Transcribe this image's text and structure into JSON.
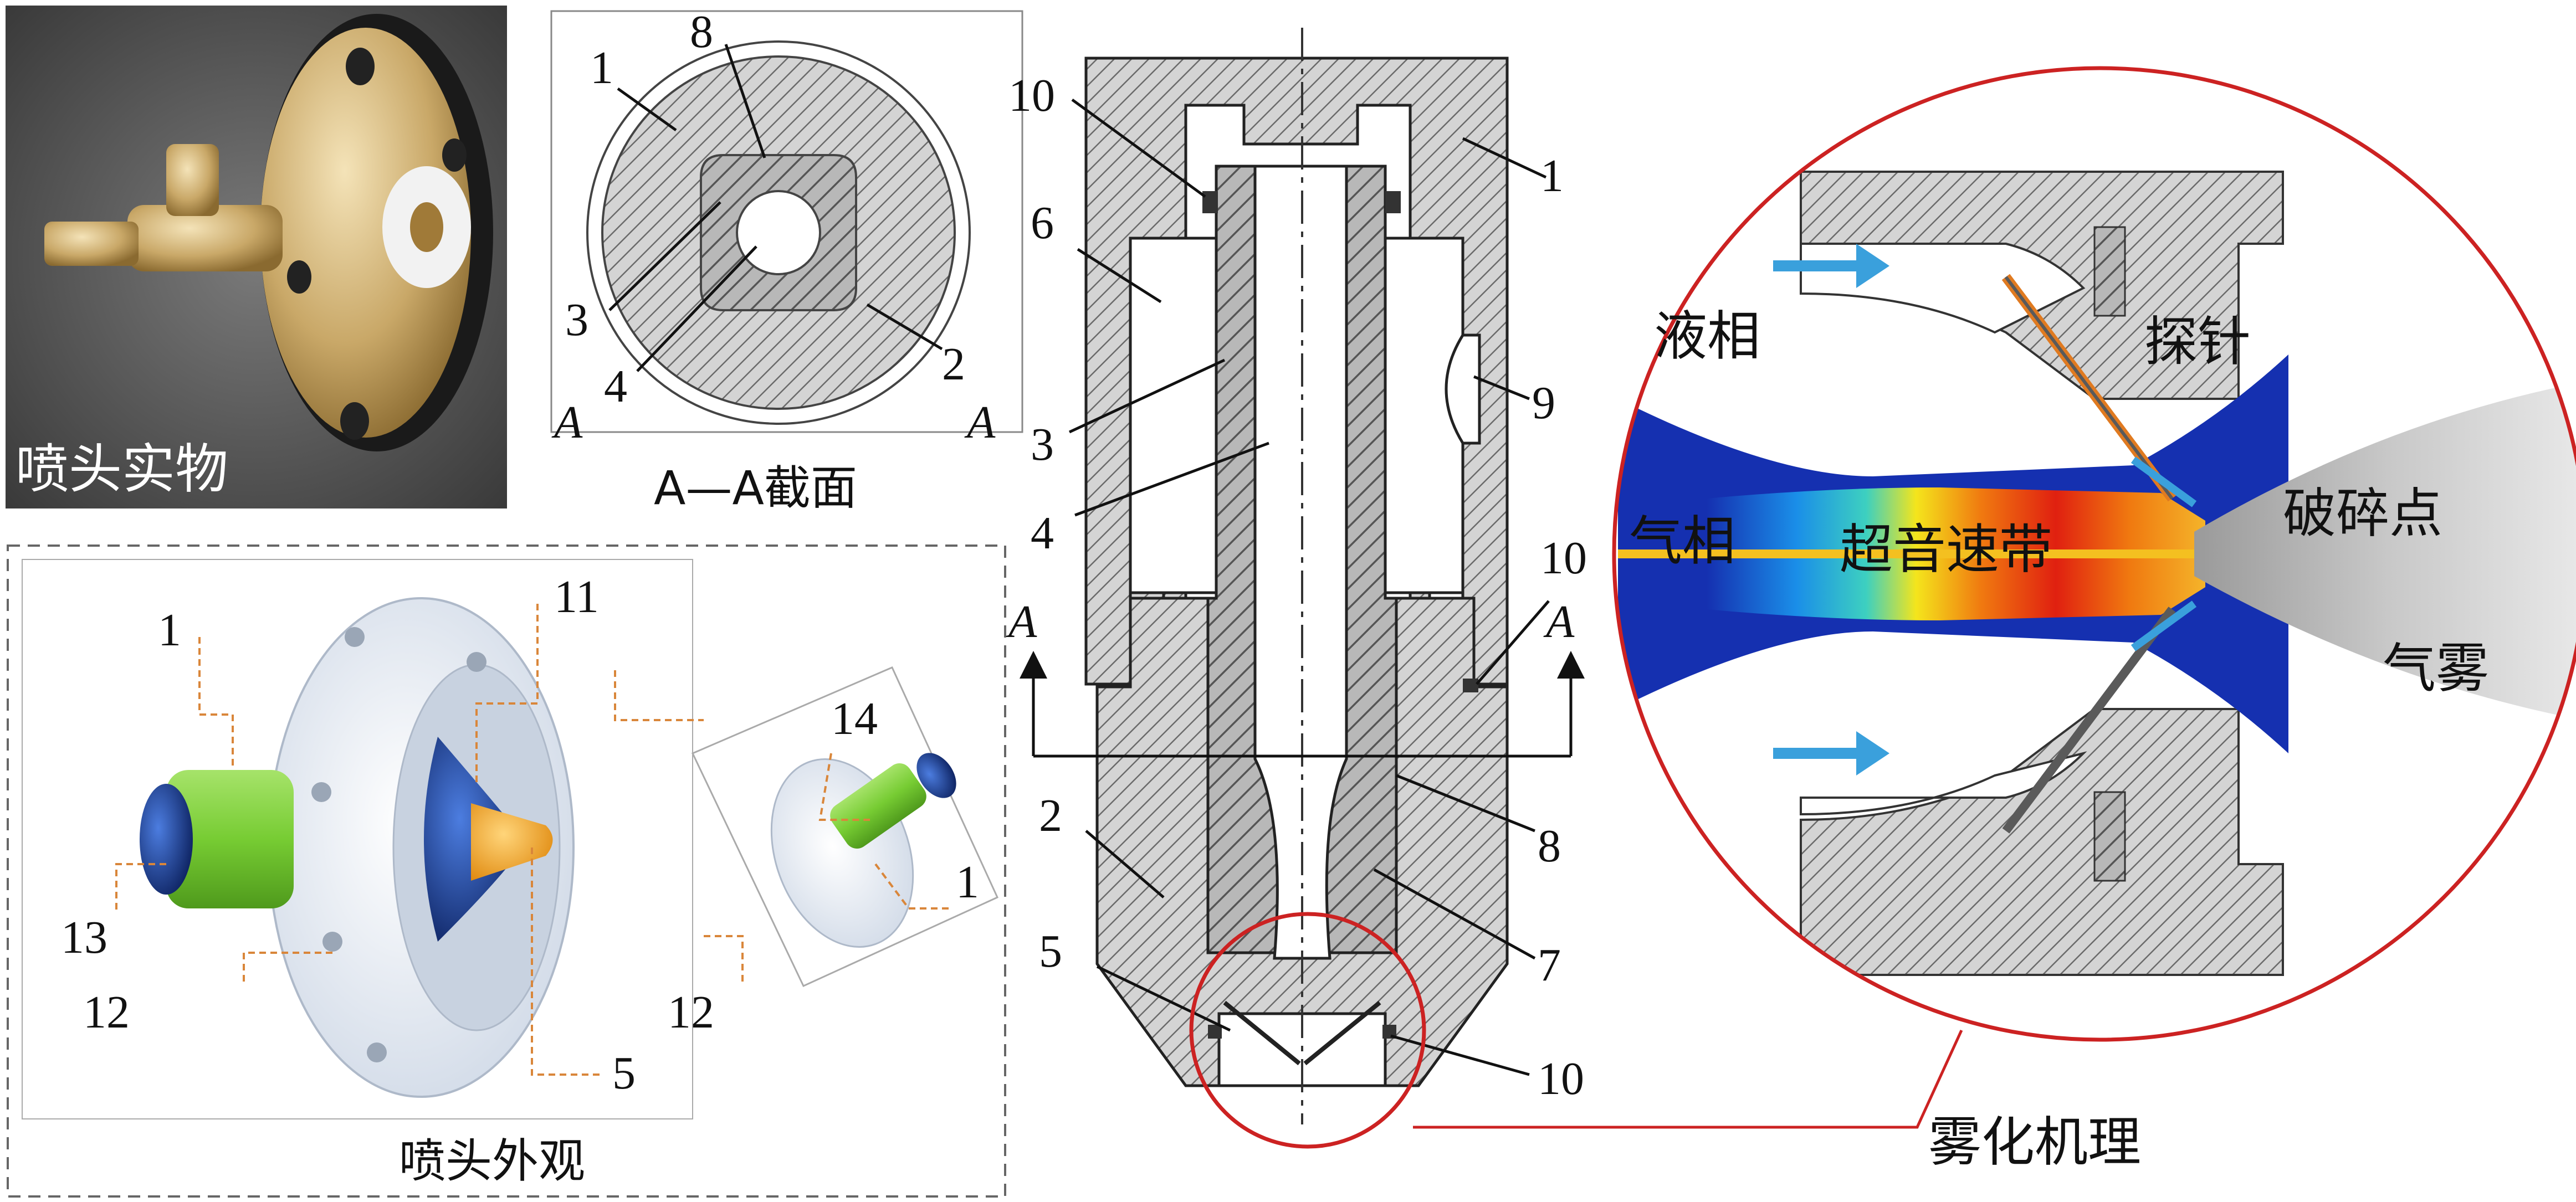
{
  "colors": {
    "hatch_bg": "#d4d4d4",
    "hatch_line": "#6a6a6a",
    "callout_ring": "#cc2222",
    "green_part": "#77cc33",
    "blue_part": "#1c3f8f",
    "orange_part": "#f5a623",
    "flange": "#e6ebf2",
    "arrow": "#3aa0dc",
    "jet_hot": "#e02010",
    "jet_cold": "#1530b0"
  },
  "photo": {
    "caption": "喷头实物"
  },
  "section_view": {
    "caption": "A—A截面",
    "corner_left": "A",
    "corner_right": "A",
    "labels": {
      "l1": "1",
      "l8": "8",
      "l3": "3",
      "l4": "4",
      "l2": "2"
    }
  },
  "appearance": {
    "caption": "喷头外观",
    "labels": {
      "l1a": "1",
      "l11": "11",
      "l13": "13",
      "l12a": "12",
      "l5": "5",
      "l14": "14",
      "l1b": "1",
      "l12b": "12"
    }
  },
  "nozzle": {
    "section_left": "A",
    "section_right": "A",
    "labels": {
      "l10a": "10",
      "l1": "1",
      "l6": "6",
      "l9": "9",
      "l3": "3",
      "l4": "4",
      "l10b": "10",
      "l2": "2",
      "l8": "8",
      "l7": "7",
      "l5": "5",
      "l10c": "10"
    }
  },
  "mechanism": {
    "caption": "雾化机理",
    "liquid": "液相",
    "probe": "探针",
    "gas": "气相",
    "supersonic": "超音速带",
    "breakup": "破碎点",
    "mist": "气雾"
  }
}
